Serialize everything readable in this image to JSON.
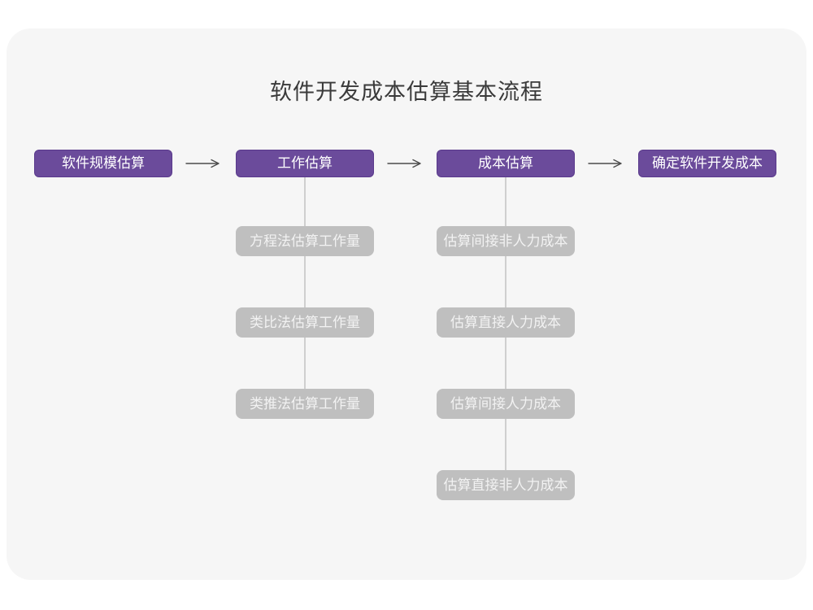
{
  "title": "软件开发成本估算基本流程",
  "flow": {
    "steps": [
      {
        "label": "软件规模估算"
      },
      {
        "label": "工作估算"
      },
      {
        "label": "成本估算"
      },
      {
        "label": "确定软件开发成本"
      }
    ]
  },
  "work_estimation_methods": [
    {
      "label": "方程法估算工作量"
    },
    {
      "label": "类比法估算工作量"
    },
    {
      "label": "类推法估算工作量"
    }
  ],
  "cost_estimation_steps": [
    {
      "label": "估算间接非人力成本"
    },
    {
      "label": "估算直接人力成本"
    },
    {
      "label": "估算间接人力成本"
    },
    {
      "label": "估算直接非人力成本"
    }
  ],
  "colors": {
    "canvas": "#f6f6f6",
    "title_text": "#3a3a3a",
    "primary_node": "#6b4b9b",
    "primary_node_border": "#5a3a8c",
    "primary_node_text": "#ffffff",
    "secondary_node": "#bfbfbf",
    "secondary_node_text": "#f2f2f2",
    "connector": "#cfcfcf",
    "arrow": "#4b4b4b"
  }
}
